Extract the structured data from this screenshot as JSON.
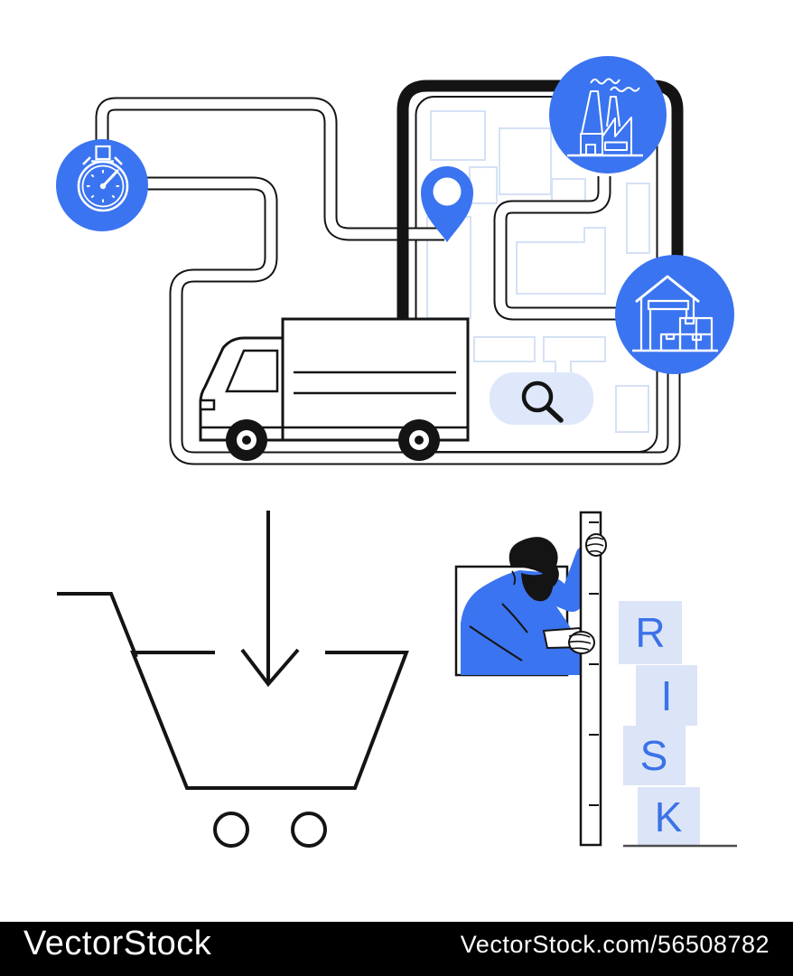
{
  "watermark_bar": {
    "logo_text": "VectorStock",
    "image_url_text": "VectorStock.com/56508782",
    "background_color": "#000000",
    "text_color": "#ffffff"
  },
  "illustration": {
    "background_color": "#ffffff",
    "accent_blue": "#3b74f0",
    "light_blue_block": "#dbe5f7",
    "map_outline_blue": "#d5e1f5",
    "line_black": "#141414",
    "ground_gray": "#4d4d4d",
    "risk_word": {
      "letters": [
        "R",
        "I",
        "S",
        "K"
      ],
      "letter_color": "#3b72e8",
      "block_color": "#dbe5f7"
    },
    "icons": [
      {
        "name": "stopwatch-icon",
        "meaning": "delivery time"
      },
      {
        "name": "factory-icon",
        "meaning": "origin plant"
      },
      {
        "name": "warehouse-icon",
        "meaning": "storage"
      },
      {
        "name": "location-pin-icon",
        "meaning": "destination on map"
      },
      {
        "name": "search-icon",
        "meaning": "map search bar"
      },
      {
        "name": "delivery-truck",
        "meaning": "transport"
      },
      {
        "name": "shopping-cart",
        "meaning": "order"
      },
      {
        "name": "down-arrow",
        "meaning": "add to cart"
      },
      {
        "name": "person-on-ladder",
        "meaning": "managing risk"
      }
    ]
  }
}
